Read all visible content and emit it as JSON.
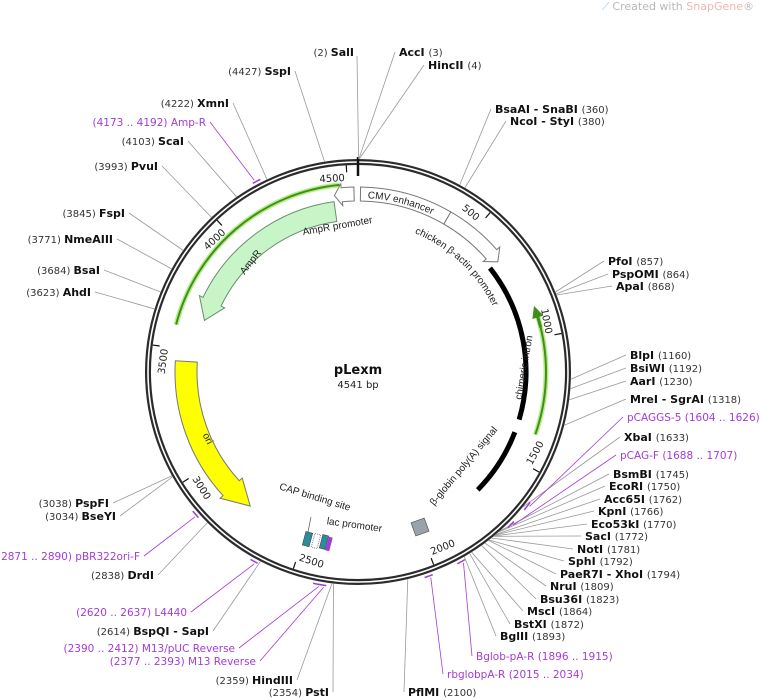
{
  "watermark": {
    "prefix": "Created with",
    "brand": "SnapGene",
    "suffix": "®"
  },
  "plasmid": {
    "name": "pLexm",
    "size_label": "4541 bp",
    "length": 4541
  },
  "colors": {
    "backbone": "#2b2b2b",
    "primer": "#a43bd8",
    "ampr": "#c8f5c8",
    "ori": "#ffff00",
    "green_primer": "#3f8f1a",
    "grey_box": "#9aa3aa",
    "teal": "#2e8b9a"
  },
  "ticks": [
    500,
    1000,
    1500,
    2000,
    2500,
    3000,
    3500,
    4000,
    4500
  ],
  "enzymes": [
    {
      "name": "SalI",
      "pos": "2",
      "at": 2
    },
    {
      "name": "AccI",
      "pos": "3",
      "at": 3
    },
    {
      "name": "HincII",
      "pos": "4",
      "at": 4
    },
    {
      "name": "BsaAI - SnaBI",
      "pos": "360",
      "at": 360
    },
    {
      "name": "NcoI - StyI",
      "pos": "380",
      "at": 380
    },
    {
      "name": "PfoI",
      "pos": "857",
      "at": 857
    },
    {
      "name": "PspOMI",
      "pos": "864",
      "at": 864
    },
    {
      "name": "ApaI",
      "pos": "868",
      "at": 868
    },
    {
      "name": "BlpI",
      "pos": "1160",
      "at": 1160
    },
    {
      "name": "BsiWI",
      "pos": "1192",
      "at": 1192
    },
    {
      "name": "AarI",
      "pos": "1230",
      "at": 1230
    },
    {
      "name": "MreI - SgrAI",
      "pos": "1318",
      "at": 1318
    },
    {
      "name": "XbaI",
      "pos": "1633",
      "at": 1633
    },
    {
      "name": "BsmBI",
      "pos": "1745",
      "at": 1745
    },
    {
      "name": "EcoRI",
      "pos": "1750",
      "at": 1750
    },
    {
      "name": "Acc65I",
      "pos": "1762",
      "at": 1762
    },
    {
      "name": "KpnI",
      "pos": "1766",
      "at": 1766
    },
    {
      "name": "Eco53kI",
      "pos": "1770",
      "at": 1770
    },
    {
      "name": "SacI",
      "pos": "1772",
      "at": 1772
    },
    {
      "name": "NotI",
      "pos": "1781",
      "at": 1781
    },
    {
      "name": "SphI",
      "pos": "1792",
      "at": 1792
    },
    {
      "name": "PaeR7I - XhoI",
      "pos": "1794",
      "at": 1794
    },
    {
      "name": "NruI",
      "pos": "1809",
      "at": 1809
    },
    {
      "name": "Bsu36I",
      "pos": "1823",
      "at": 1823
    },
    {
      "name": "MscI",
      "pos": "1864",
      "at": 1864
    },
    {
      "name": "BstXI",
      "pos": "1872",
      "at": 1872
    },
    {
      "name": "BglII",
      "pos": "1893",
      "at": 1893
    },
    {
      "name": "PflMI",
      "pos": "2100",
      "at": 2100
    },
    {
      "name": "PstI",
      "pos": "2354",
      "at": 2354
    },
    {
      "name": "HindIII",
      "pos": "2359",
      "at": 2359
    },
    {
      "name": "BspQI - SapI",
      "pos": "2614",
      "at": 2614
    },
    {
      "name": "DrdI",
      "pos": "2838",
      "at": 2838
    },
    {
      "name": "BseYI",
      "pos": "3034",
      "at": 3034
    },
    {
      "name": "PspFI",
      "pos": "3038",
      "at": 3038
    },
    {
      "name": "AhdI",
      "pos": "3623",
      "at": 3623
    },
    {
      "name": "BsaI",
      "pos": "3684",
      "at": 3684
    },
    {
      "name": "NmeAIII",
      "pos": "3771",
      "at": 3771
    },
    {
      "name": "FspI",
      "pos": "3845",
      "at": 3845
    },
    {
      "name": "PvuI",
      "pos": "3993",
      "at": 3993
    },
    {
      "name": "ScaI",
      "pos": "4103",
      "at": 4103
    },
    {
      "name": "XmnI",
      "pos": "4222",
      "at": 4222
    },
    {
      "name": "SspI",
      "pos": "4427",
      "at": 4427
    }
  ],
  "primers": [
    {
      "name": "Amp-R",
      "range": "4173 .. 4192",
      "start": 4173,
      "end": 4192
    },
    {
      "name": "pCAGGS-5",
      "range": "1604 .. 1626",
      "start": 1604,
      "end": 1626
    },
    {
      "name": "pCAG-F",
      "range": "1688 .. 1707",
      "start": 1688,
      "end": 1707
    },
    {
      "name": "Bglob-pA-R",
      "range": "1896 .. 1915",
      "start": 1896,
      "end": 1915
    },
    {
      "name": "rbglobpA-R",
      "range": "2015 .. 2034",
      "start": 2015,
      "end": 2034
    },
    {
      "name": "L4440",
      "range": "2620 .. 2637",
      "start": 2620,
      "end": 2637
    },
    {
      "name": "M13/pUC Reverse",
      "range": "2390 .. 2412",
      "start": 2390,
      "end": 2412
    },
    {
      "name": "M13 Reverse",
      "range": "2377 .. 2393",
      "start": 2377,
      "end": 2393
    },
    {
      "name": "pBR322ori-F",
      "range": "2871 .. 2890",
      "start": 2871,
      "end": 2890
    }
  ],
  "features": [
    {
      "name": "CMV enhancer",
      "start": 10,
      "end": 380
    },
    {
      "name": "chicken β-actin promoter",
      "start": 380,
      "end": 653
    },
    {
      "name": "chimeric intron",
      "start": 653,
      "end": 1343
    },
    {
      "name": "β-globin poly(A) signal",
      "start": 1400,
      "end": 1697
    },
    {
      "name": "AmpR promoter",
      "start": 4425,
      "end": 4525
    },
    {
      "name": "AmpR",
      "start": 3640,
      "end": 4440
    },
    {
      "name": "ori",
      "start": 2760,
      "end": 3450
    },
    {
      "name": "CAP binding site",
      "start": 2450,
      "end": 2470
    },
    {
      "name": "lac promoter",
      "start": 2420,
      "end": 2450
    }
  ]
}
